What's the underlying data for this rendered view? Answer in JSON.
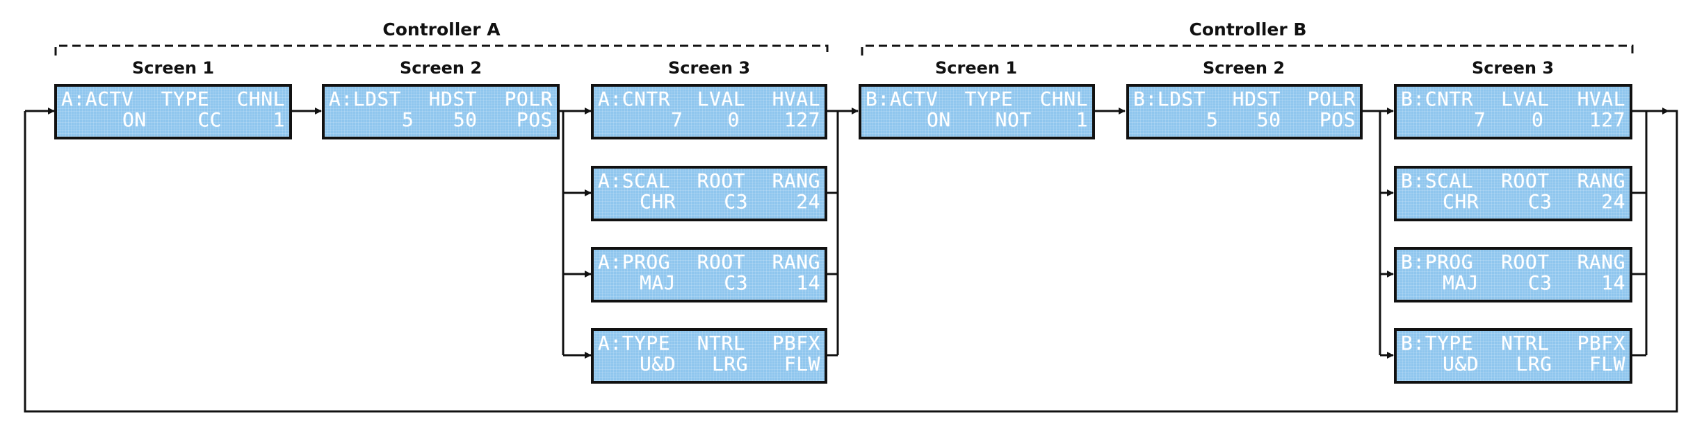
{
  "groups": [
    {
      "label": "Controller A"
    },
    {
      "label": "Controller B"
    }
  ],
  "screen_labels": [
    "Screen 1",
    "Screen 2",
    "Screen 3",
    "Screen 1",
    "Screen 2",
    "Screen 3"
  ],
  "displays": {
    "a1": {
      "row1": [
        "A:ACTV",
        "TYPE",
        "CHNL"
      ],
      "row2": [
        "ON",
        "CC",
        "1"
      ]
    },
    "a2": {
      "row1": [
        "A:LDST",
        "HDST",
        "POLR"
      ],
      "row2": [
        "5",
        "50",
        "POS"
      ]
    },
    "a3a": {
      "row1": [
        "A:CNTR",
        "LVAL",
        "HVAL"
      ],
      "row2": [
        "7",
        "0",
        "127"
      ]
    },
    "a3b": {
      "row1": [
        "A:SCAL",
        "ROOT",
        "RANG"
      ],
      "row2": [
        "CHR",
        "C3",
        "24"
      ]
    },
    "a3c": {
      "row1": [
        "A:PROG",
        "ROOT",
        "RANG"
      ],
      "row2": [
        "MAJ",
        "C3",
        "14"
      ]
    },
    "a3d": {
      "row1": [
        "A:TYPE",
        "NTRL",
        "PBFX"
      ],
      "row2": [
        "U&D",
        "LRG",
        "FLW"
      ]
    },
    "b1": {
      "row1": [
        "B:ACTV",
        "TYPE",
        "CHNL"
      ],
      "row2": [
        "ON",
        "NOT",
        "1"
      ]
    },
    "b2": {
      "row1": [
        "B:LDST",
        "HDST",
        "POLR"
      ],
      "row2": [
        "5",
        "50",
        "POS"
      ]
    },
    "b3a": {
      "row1": [
        "B:CNTR",
        "LVAL",
        "HVAL"
      ],
      "row2": [
        "7",
        "0",
        "127"
      ]
    },
    "b3b": {
      "row1": [
        "B:SCAL",
        "ROOT",
        "RANG"
      ],
      "row2": [
        "CHR",
        "C3",
        "24"
      ]
    },
    "b3c": {
      "row1": [
        "B:PROG",
        "ROOT",
        "RANG"
      ],
      "row2": [
        "MAJ",
        "C3",
        "14"
      ]
    },
    "b3d": {
      "row1": [
        "B:TYPE",
        "NTRL",
        "PBFX"
      ],
      "row2": [
        "U&D",
        "LRG",
        "FLW"
      ]
    }
  },
  "colors": {
    "lcd_background": "#8fc6ee",
    "lcd_text": "#ffffff",
    "line": "#111111"
  }
}
